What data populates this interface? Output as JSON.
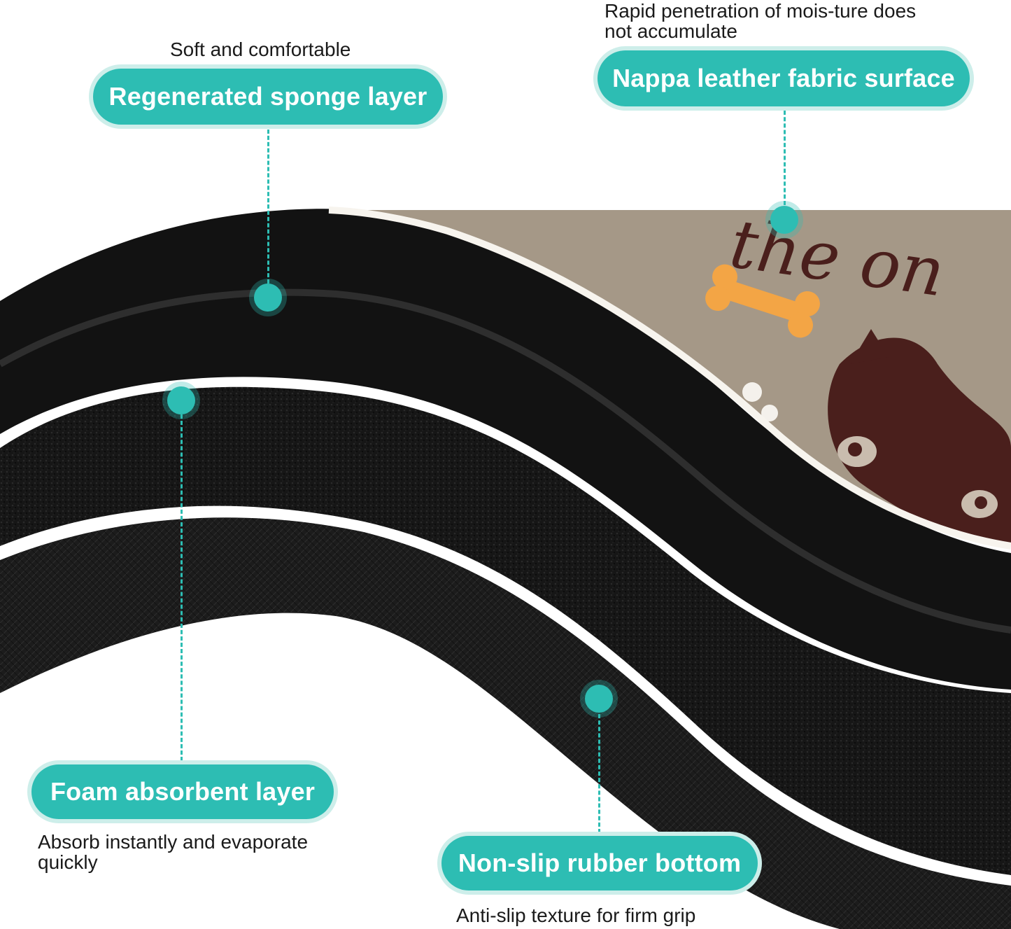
{
  "colors": {
    "accent": "#2dbdb3",
    "accent_glow": "#cdeeea",
    "rubber": "#141414",
    "surface": "#a59887",
    "bone": "#f3a545",
    "dog_brown": "#4a1f1c"
  },
  "print": {
    "script_text": "the on"
  },
  "callouts": {
    "sponge": {
      "note": "Soft and comfortable",
      "label": "Regenerated sponge layer"
    },
    "leather": {
      "note_line1": "Rapid penetration of mois-ture does",
      "note_line2": "not accumulate",
      "label": "Nappa leather fabric surface"
    },
    "foam": {
      "label": "Foam absorbent layer",
      "note_line1": "Absorb instantly and evaporate",
      "note_line2": "quickly"
    },
    "rubber": {
      "label": "Non-slip rubber bottom",
      "note": "Anti-slip texture for firm grip"
    }
  }
}
